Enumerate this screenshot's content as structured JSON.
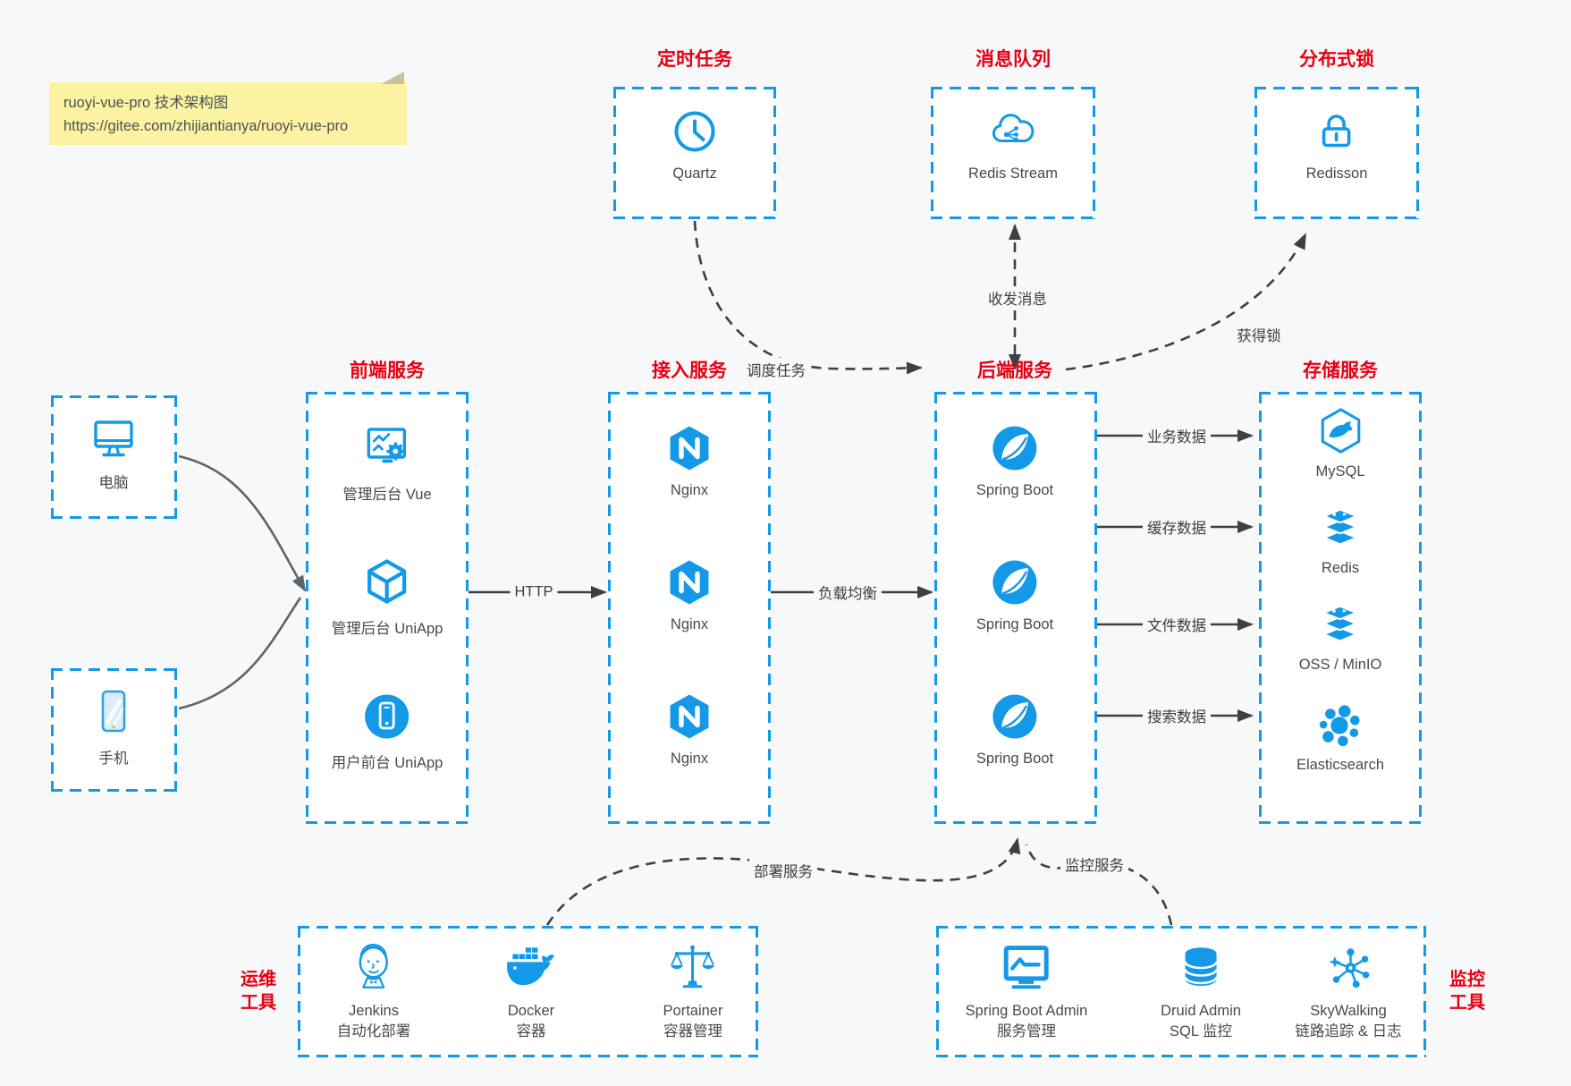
{
  "note": {
    "line1": "ruoyi-vue-pro 技术架构图",
    "line2": "https://gitee.com/zhijiantianya/ruoyi-vue-pro"
  },
  "clients": {
    "pc": {
      "label": "电脑",
      "icon": "desktop-icon"
    },
    "phone": {
      "label": "手机",
      "icon": "smartphone-icon"
    }
  },
  "top_groups": [
    {
      "title": "定时任务",
      "item": {
        "label": "Quartz",
        "icon": "clock-icon"
      }
    },
    {
      "title": "消息队列",
      "item": {
        "label": "Redis Stream",
        "icon": "cloud-mq-icon"
      }
    },
    {
      "title": "分布式锁",
      "item": {
        "label": "Redisson",
        "icon": "lock-icon"
      }
    }
  ],
  "main_groups": [
    {
      "title": "前端服务",
      "items": [
        {
          "label": "管理后台 Vue",
          "icon": "admin-vue-icon"
        },
        {
          "label": "管理后台 UniApp",
          "icon": "uniapp-cube-icon"
        },
        {
          "label": "用户前台 UniApp",
          "icon": "user-app-icon"
        }
      ]
    },
    {
      "title": "接入服务",
      "items": [
        {
          "label": "Nginx",
          "icon": "nginx-icon"
        },
        {
          "label": "Nginx",
          "icon": "nginx-icon"
        },
        {
          "label": "Nginx",
          "icon": "nginx-icon"
        }
      ]
    },
    {
      "title": "后端服务",
      "items": [
        {
          "label": "Spring Boot",
          "icon": "spring-icon"
        },
        {
          "label": "Spring Boot",
          "icon": "spring-icon"
        },
        {
          "label": "Spring Boot",
          "icon": "spring-icon"
        }
      ]
    },
    {
      "title": "存储服务",
      "items": [
        {
          "label": "MySQL",
          "icon": "mysql-icon"
        },
        {
          "label": "Redis",
          "icon": "redis-stack-icon"
        },
        {
          "label": "OSS / MinIO",
          "icon": "redis-stack-icon"
        },
        {
          "label": "Elasticsearch",
          "icon": "elasticsearch-icon"
        }
      ]
    }
  ],
  "bottom_groups": [
    {
      "side_label": [
        "运维",
        "工具"
      ],
      "items": [
        {
          "name": "Jenkins",
          "desc": "自动化部署",
          "icon": "jenkins-icon"
        },
        {
          "name": "Docker",
          "desc": "容器",
          "icon": "docker-whale-icon"
        },
        {
          "name": "Portainer",
          "desc": "容器管理",
          "icon": "scales-icon"
        }
      ]
    },
    {
      "side_label": [
        "监控",
        "工具"
      ],
      "items": [
        {
          "name": "Spring Boot Admin",
          "desc": "服务管理",
          "icon": "monitor-chart-icon"
        },
        {
          "name": "Druid Admin",
          "desc": "SQL 监控",
          "icon": "database-icon"
        },
        {
          "name": "SkyWalking",
          "desc": "链路追踪 & 日志",
          "icon": "network-graph-icon"
        }
      ]
    }
  ],
  "edge_labels": {
    "http": "HTTP",
    "load_balance": "负载均衡",
    "business_data": "业务数据",
    "cache_data": "缓存数据",
    "file_data": "文件数据",
    "search_data": "搜索数据",
    "schedule_job": "调度任务",
    "send_receive_msg": "收发消息",
    "acquire_lock": "获得锁",
    "deploy_service": "部署服务",
    "monitor_service": "监控服务"
  },
  "colors": {
    "accent_blue": "#1499e8",
    "title_red": "#e60012",
    "note_bg": "#fbf3a1",
    "page_bg": "#f7f8f9",
    "arrow_dark": "#3d4043",
    "client_arrow_gray": "#5f6468"
  }
}
